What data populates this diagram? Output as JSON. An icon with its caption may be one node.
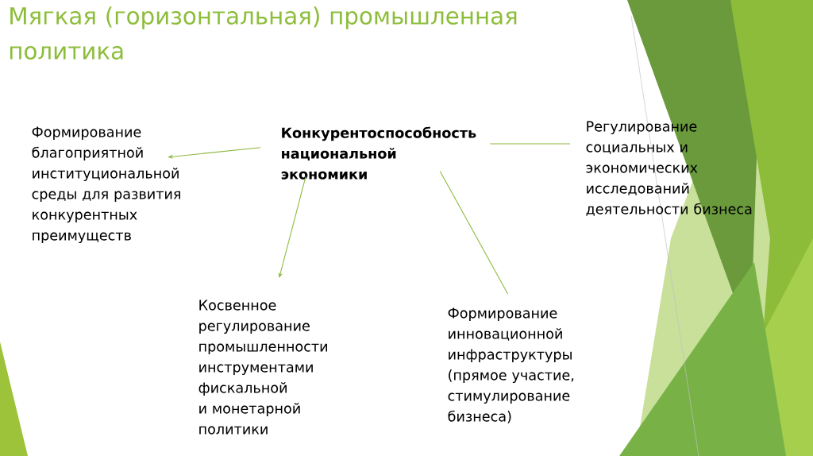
{
  "diagram": {
    "title": "Мягкая (горизонтальная) промышленная политика",
    "nodes": [
      {
        "text": [
          "Конкурентоспособность национальной экономики"
        ]
      },
      {
        "text": [
          "Формирование благоприятной институциональной среды для развития конкурентных преимуществ"
        ]
      },
      {
        "text": [
          "Регулирование социальных и экономических исследований деятельности бизнеса"
        ]
      },
      {
        "text": [
          "Косвенное регулирование промышленности инструментами фискальной и монетарной политики"
        ]
      },
      {
        "text": [
          "Формирование инновационной инфраструктуры (прямое участие, стимулирование бизнеса)"
        ]
      }
    ],
    "edges": [
      {
        "from": 0,
        "to": 1,
        "arrow": "to"
      },
      {
        "from": 0,
        "to": 2,
        "arrow": "none"
      },
      {
        "from": 0,
        "to": 3,
        "arrow": "to"
      },
      {
        "from": 0,
        "to": 4,
        "arrow": "none"
      }
    ]
  }
}
